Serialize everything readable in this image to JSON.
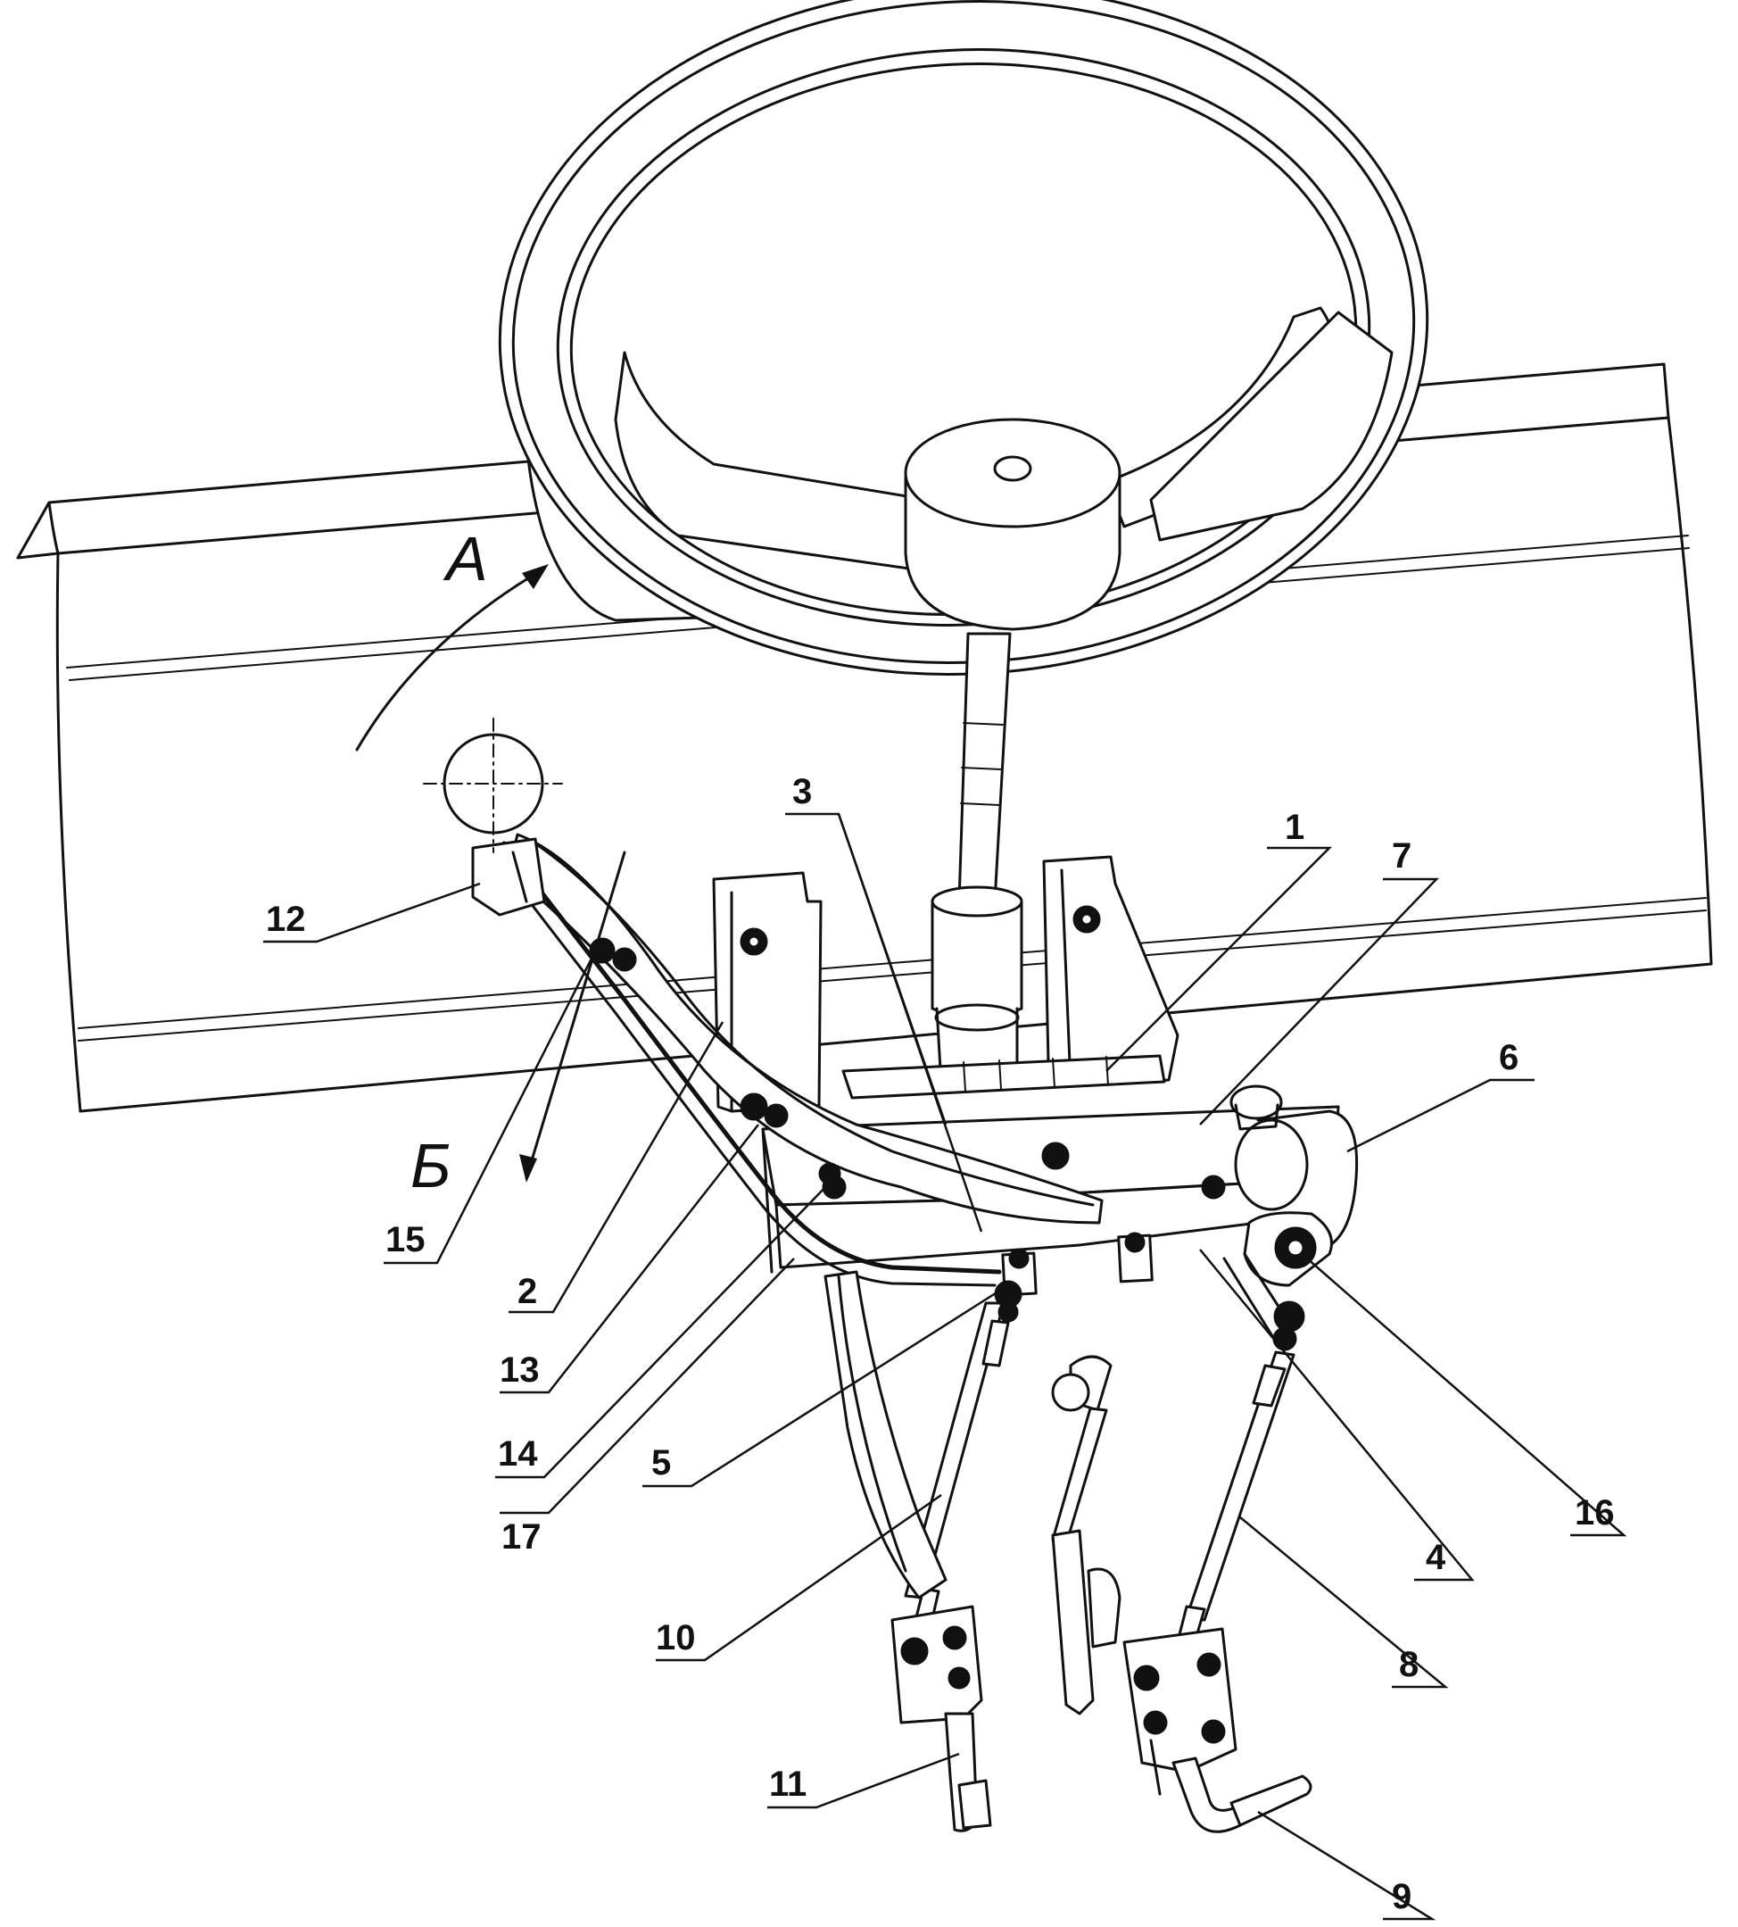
{
  "view_marks": [
    {
      "id": "A",
      "label": "А"
    },
    {
      "id": "B",
      "label": "Б"
    }
  ],
  "callouts": [
    {
      "id": "c1",
      "label": "1"
    },
    {
      "id": "c2",
      "label": "2"
    },
    {
      "id": "c3",
      "label": "3"
    },
    {
      "id": "c4",
      "label": "4"
    },
    {
      "id": "c5",
      "label": "5"
    },
    {
      "id": "c6",
      "label": "6"
    },
    {
      "id": "c7",
      "label": "7"
    },
    {
      "id": "c8",
      "label": "8"
    },
    {
      "id": "c9",
      "label": "9"
    },
    {
      "id": "c10",
      "label": "10"
    },
    {
      "id": "c11",
      "label": "11"
    },
    {
      "id": "c12",
      "label": "12"
    },
    {
      "id": "c13",
      "label": "13"
    },
    {
      "id": "c14",
      "label": "14"
    },
    {
      "id": "c15",
      "label": "15"
    },
    {
      "id": "c16",
      "label": "16"
    },
    {
      "id": "c17",
      "label": "17"
    }
  ]
}
